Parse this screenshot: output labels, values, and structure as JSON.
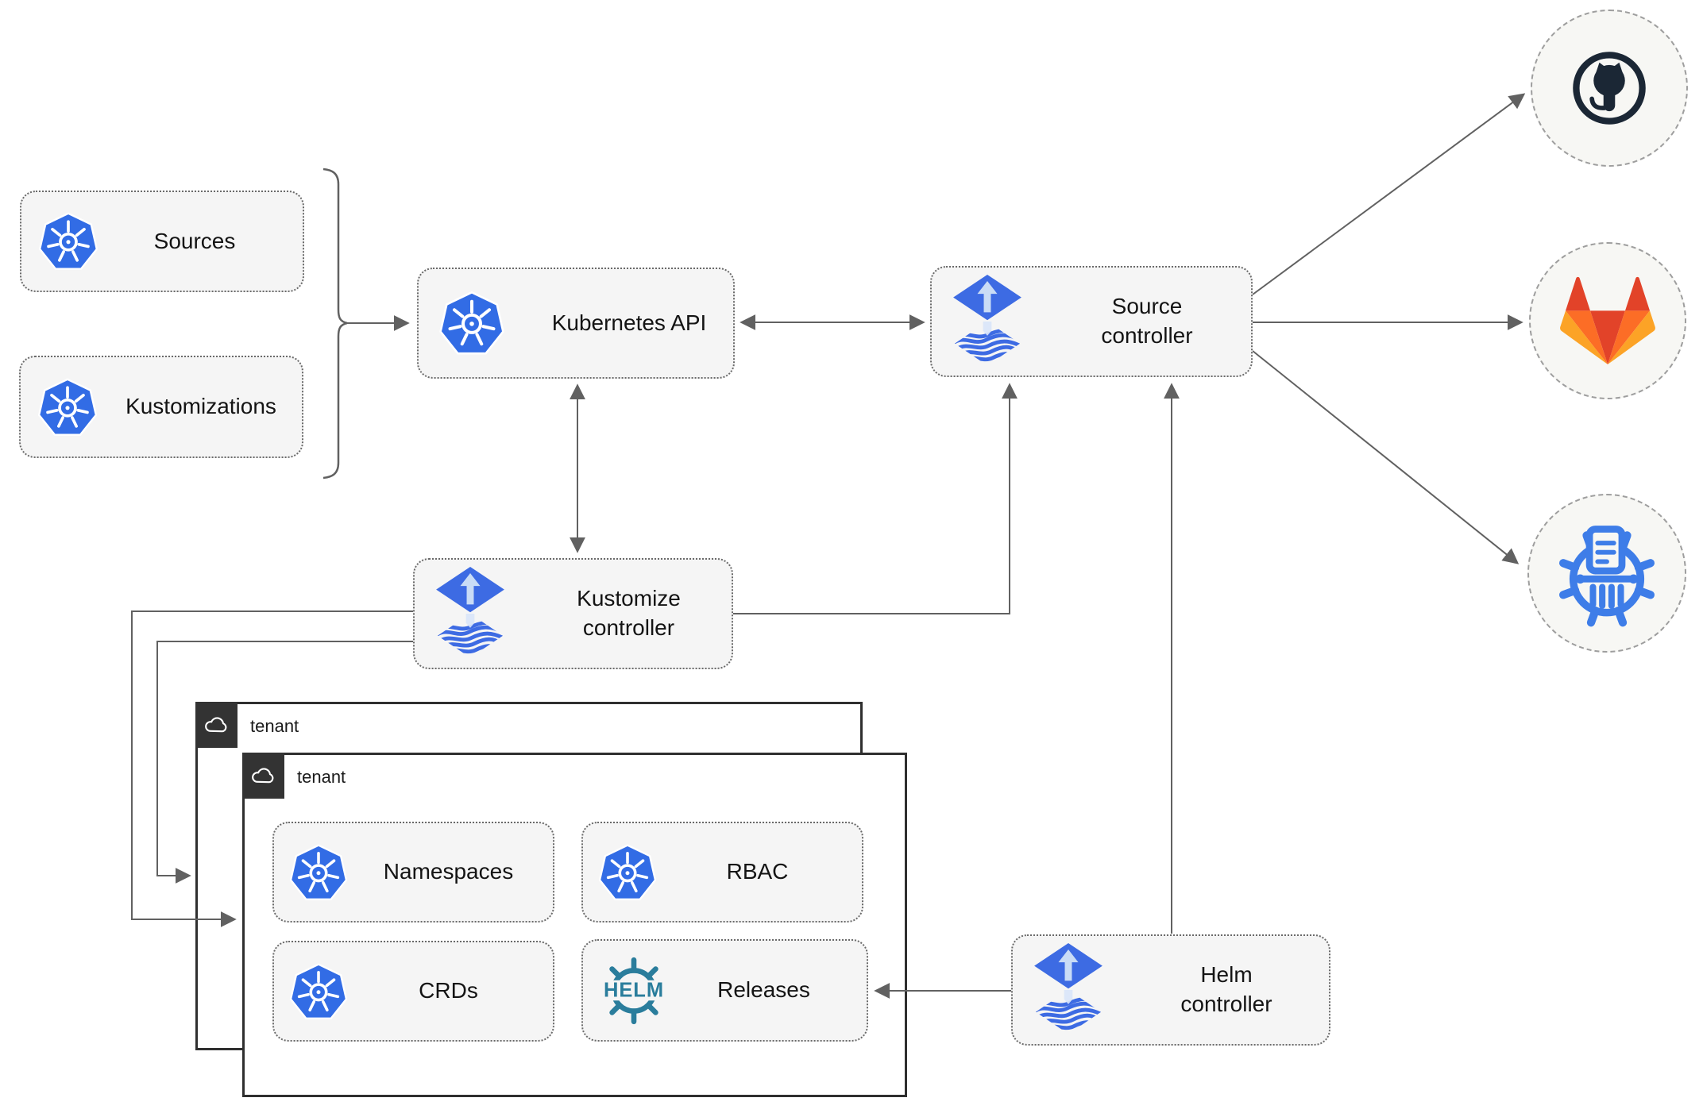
{
  "left_resources": [
    {
      "label": "Sources"
    },
    {
      "label": "Kustomizations"
    }
  ],
  "nodes": {
    "kubernetes_api": {
      "label": "Kubernetes API"
    },
    "source_controller": {
      "label": "Source controller"
    },
    "kustomize_controller": {
      "label": "Kustomize controller"
    },
    "helm_controller": {
      "label": "Helm controller"
    }
  },
  "tenants": {
    "outer_label": "tenant",
    "inner_label": "tenant"
  },
  "tenant_resources": [
    {
      "label": "Namespaces"
    },
    {
      "label": "RBAC"
    },
    {
      "label": "CRDs"
    },
    {
      "label": "Releases"
    }
  ],
  "icons": {
    "helm_wordmark": "HELM",
    "kubernetes": "kubernetes-logo",
    "flux": "flux-logo",
    "external": [
      "github-logo",
      "gitlab-logo",
      "helm-chart-repository-logo"
    ],
    "cloud": "cloud-icon"
  },
  "colors": {
    "kubernetes_blue": "#326CE5",
    "flux_blue": "#3D6BE3",
    "flux_arrow_light": "#C9DCF6",
    "helm_teal": "#2A7D9C",
    "github_dark": "#1B2735",
    "gitlab_orange_dark": "#E24329",
    "gitlab_orange": "#FC6D26",
    "gitlab_orange_light": "#FCA326",
    "repo_icon_blue": "#3E7DE8",
    "wire_gray": "#616161",
    "node_fill": "#F5F5F5",
    "tenant_border": "#2F2F2F"
  }
}
